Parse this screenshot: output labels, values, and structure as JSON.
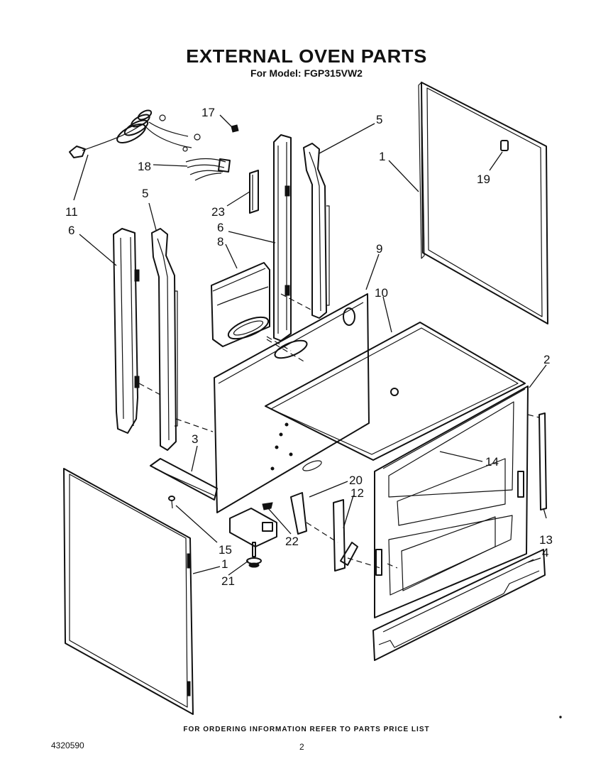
{
  "header": {
    "title": "EXTERNAL OVEN PARTS",
    "subtitle": "For Model: FGP315VW2"
  },
  "footer": {
    "note": "FOR ORDERING INFORMATION REFER TO PARTS PRICE LIST",
    "doc_number": "4320590",
    "page_number": "2"
  },
  "callouts": [
    {
      "id": "c17",
      "label": "17"
    },
    {
      "id": "c5a",
      "label": "5"
    },
    {
      "id": "c1a",
      "label": "1"
    },
    {
      "id": "c19",
      "label": "19"
    },
    {
      "id": "c18",
      "label": "18"
    },
    {
      "id": "c23",
      "label": "23"
    },
    {
      "id": "c11",
      "label": "11"
    },
    {
      "id": "c6a",
      "label": "6"
    },
    {
      "id": "c5b",
      "label": "5"
    },
    {
      "id": "c6b",
      "label": "6"
    },
    {
      "id": "c8",
      "label": "8"
    },
    {
      "id": "c9",
      "label": "9"
    },
    {
      "id": "c10",
      "label": "10"
    },
    {
      "id": "c2",
      "label": "2"
    },
    {
      "id": "c3",
      "label": "3"
    },
    {
      "id": "c14",
      "label": "14"
    },
    {
      "id": "c20",
      "label": "20"
    },
    {
      "id": "c12",
      "label": "12"
    },
    {
      "id": "c22",
      "label": "22"
    },
    {
      "id": "c15",
      "label": "15"
    },
    {
      "id": "c13",
      "label": "13"
    },
    {
      "id": "c4",
      "label": "4"
    },
    {
      "id": "c1b",
      "label": "1"
    },
    {
      "id": "c21",
      "label": "21"
    }
  ]
}
